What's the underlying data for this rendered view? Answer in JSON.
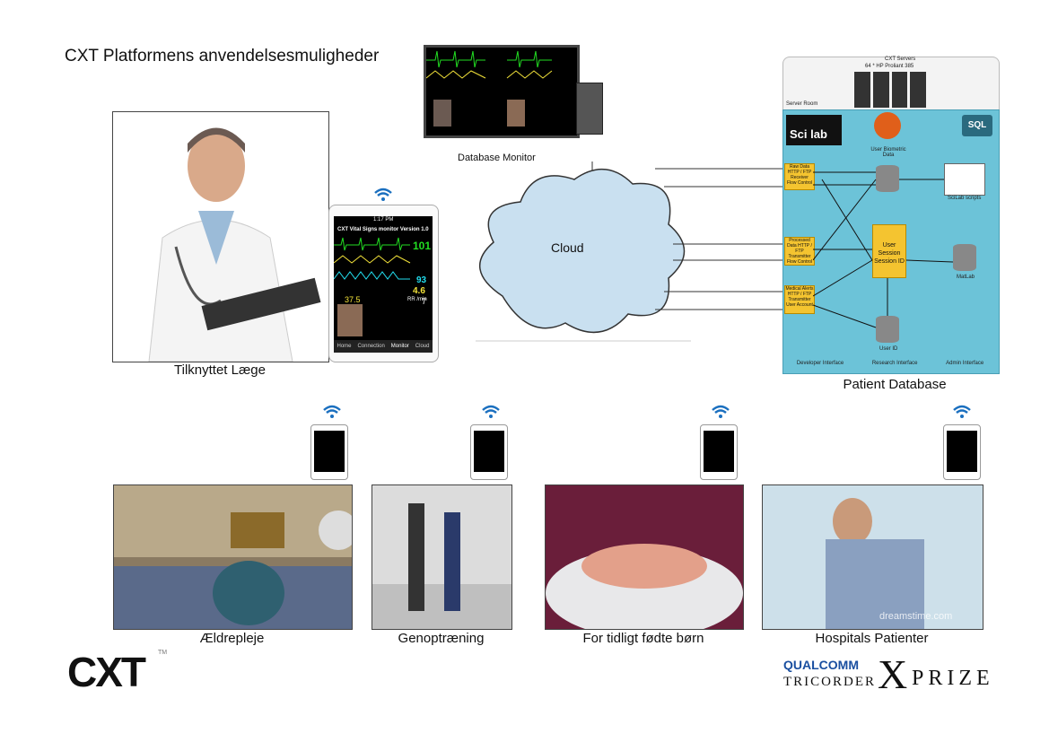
{
  "title": "CXT Platformens anvendelsesmuligheder",
  "top": {
    "doctor_caption": "Tilknyttet Læge",
    "database_monitor_label": "Database Monitor",
    "cloud_label": "Cloud",
    "patient_database_label": "Patient Database"
  },
  "tablet": {
    "status_time": "1:17 PM",
    "app_title": "CXT Vital Signs monitor Version 1.0",
    "hr_value": "101",
    "spo2_value": "93",
    "etco2_value": "4.6",
    "rr_label": "RR /min",
    "rr_value": "7",
    "temp_value": "37.5",
    "tabs": [
      "Home",
      "Connection",
      "Monitor",
      "Cloud"
    ]
  },
  "server_room": {
    "servers_title": "CXT Servers",
    "servers_subtitle": "64 * HP Proliant 385",
    "room_label": "Server Room",
    "sql_badge": "SQL",
    "scilab_text": "Sci lab",
    "user_biometric": "User Biometric Data",
    "receiver_box": "Raw Data HTTP / FTP Receiver",
    "receiver_flow": "Flow Control",
    "transmitter_box": "Processed Data HTTP / FTP Transmitter",
    "transmitter_flow": "Flow Control",
    "transmitter2_box": "Medical Alerts HTTP / FTP Transmitter",
    "transmitter2_flow": "User Account",
    "session_box": "User Session Session ID",
    "scilab_scripts": "SciLab scripts",
    "matlab": "MatLab",
    "user_id": "User ID",
    "interfaces": [
      "Developer Interface",
      "Research Interface",
      "Admin Interface"
    ]
  },
  "bottom": {
    "captions": [
      "Ældrepleje",
      "Genoptræning",
      "For tidligt fødte børn",
      "Hospitals Patienter"
    ],
    "watermark": "dreamstime.com"
  },
  "logos": {
    "cxt": "CXT",
    "tm": "TM",
    "qualcomm": "QUALCOMM",
    "tricorder": "TRICORDER",
    "x": "X",
    "prize": "PRIZE"
  },
  "colors": {
    "cloud": "#c9e0f0",
    "server_bg": "#6cc3d8",
    "yellow_box": "#f4c430",
    "vital_green": "#22dd22",
    "vital_cyan": "#22ddee",
    "vital_yellow": "#f3e33a"
  }
}
